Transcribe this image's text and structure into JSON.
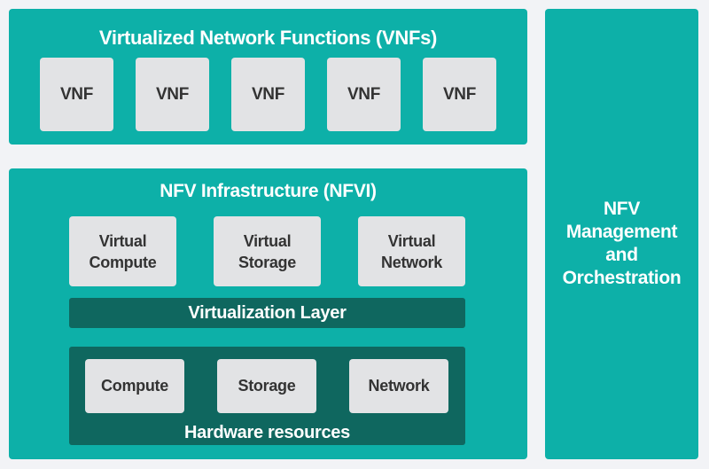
{
  "vnf_layer": {
    "title": "Virtualized Network Functions (VNFs)",
    "items": [
      "VNF",
      "VNF",
      "VNF",
      "VNF",
      "VNF"
    ]
  },
  "nfvi": {
    "title": "NFV Infrastructure (NFVI)",
    "virtual_resources": [
      "Virtual\nCompute",
      "Virtual\nStorage",
      "Virtual\nNetwork"
    ],
    "virtualization_layer": "Virtualization Layer",
    "hardware": {
      "title": "Hardware resources",
      "items": [
        "Compute",
        "Storage",
        "Network"
      ]
    }
  },
  "mano": {
    "title": "NFV\nManagement\nand\nOrchestration"
  },
  "colors": {
    "teal": "#0db0a8",
    "dark_teal": "#0f675f",
    "box": "#e2e3e5",
    "background": "#f2f3f6"
  }
}
